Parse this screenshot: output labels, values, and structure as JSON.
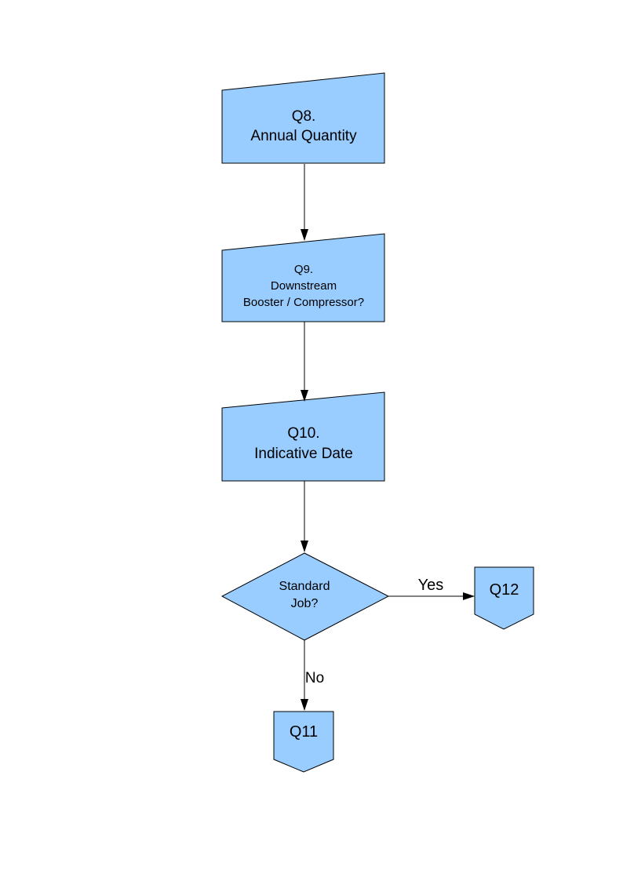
{
  "diagram": {
    "nodes": {
      "q8": {
        "type": "manual-input",
        "lines": [
          "Q8.",
          "Annual Quantity"
        ]
      },
      "q9": {
        "type": "manual-input",
        "lines": [
          "Q9.",
          "Downstream",
          "Booster / Compressor?"
        ]
      },
      "q10": {
        "type": "manual-input",
        "lines": [
          "Q10.",
          "Indicative Date"
        ]
      },
      "decision": {
        "type": "decision-diamond",
        "lines": [
          "Standard",
          "Job?"
        ]
      },
      "q12": {
        "type": "off-page-connector",
        "lines": [
          "Q12"
        ]
      },
      "q11": {
        "type": "off-page-connector",
        "lines": [
          "Q11"
        ]
      }
    },
    "edges": {
      "yes_label": "Yes",
      "no_label": "No"
    },
    "colors": {
      "node_fill": "#99CCFF",
      "node_border": "#000000",
      "arrow": "#000000",
      "text": "#000000",
      "background": "#FFFFFF"
    }
  }
}
